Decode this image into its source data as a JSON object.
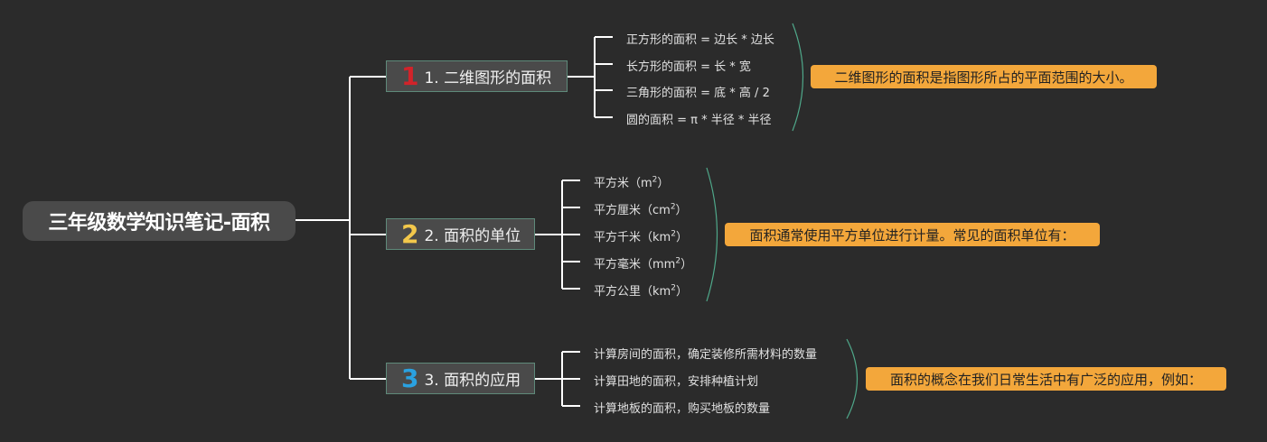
{
  "root": {
    "title": "三年级数学知识笔记-面积"
  },
  "colors": {
    "background": "#2b2b2b",
    "node": "#4a4a4a",
    "note": "#f3a73b",
    "num1": "#d2232a",
    "num2": "#f3c84b",
    "num3": "#2aa1e0",
    "bracket": "#4fa88a"
  },
  "branches": [
    {
      "number": "1",
      "label": "1. 二维图形的面积",
      "leaves": [
        "正方形的面积 = 边长 * 边长",
        "长方形的面积 = 长 * 宽",
        "三角形的面积 = 底 * 高 / 2",
        "圆的面积 = π * 半径 * 半径"
      ],
      "note": "二维图形的面积是指图形所占的平面范围的大小。"
    },
    {
      "number": "2",
      "label": "2. 面积的单位",
      "leaves": [
        {
          "text": "平方米（m",
          "sup": "2",
          "tail": "）"
        },
        {
          "text": "平方厘米（cm",
          "sup": "2",
          "tail": "）"
        },
        {
          "text": "平方千米（km",
          "sup": "2",
          "tail": "）"
        },
        {
          "text": "平方毫米（mm",
          "sup": "2",
          "tail": "）"
        },
        {
          "text": "平方公里（km",
          "sup": "2",
          "tail": "）"
        }
      ],
      "note": "面积通常使用平方单位进行计量。常见的面积单位有："
    },
    {
      "number": "3",
      "label": "3. 面积的应用",
      "leaves": [
        "计算房间的面积，确定装修所需材料的数量",
        "计算田地的面积，安排种植计划",
        "计算地板的面积，购买地板的数量"
      ],
      "note": "面积的概念在我们日常生活中有广泛的应用，例如："
    }
  ]
}
